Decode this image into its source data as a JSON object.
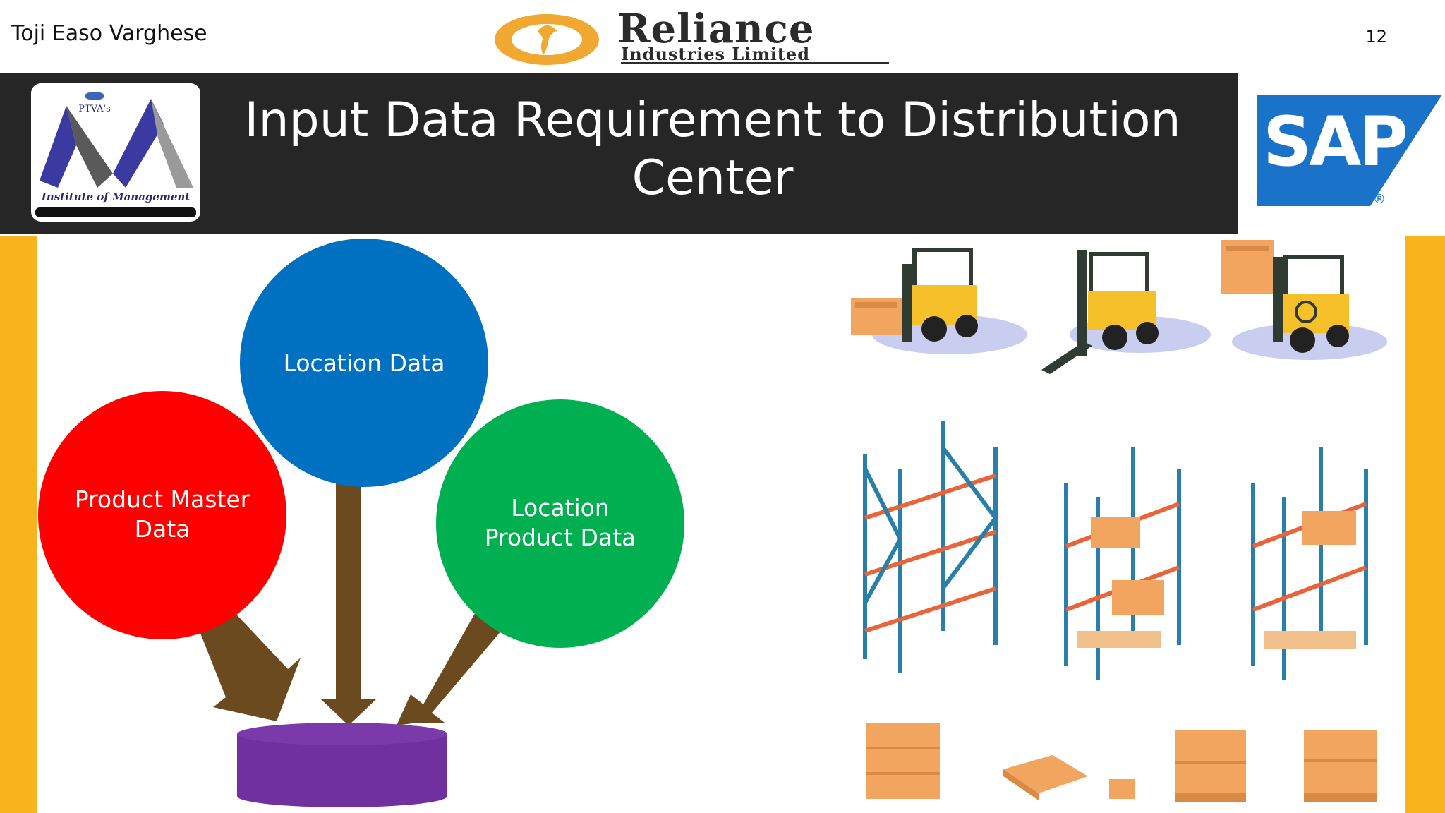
{
  "header": {
    "author": "Toji Easo Varghese",
    "page_number": "12",
    "company_name": "Reliance",
    "company_subtitle": "Industries Limited"
  },
  "title": "Input Data Requirement to Distribution Center",
  "logos": {
    "ptva_top_text": "PTVA's",
    "ptva_bottom_text": "Institute of Management",
    "sap_text": "SAP",
    "registered_mark": "®"
  },
  "diagram": {
    "circles": [
      {
        "id": "product-master",
        "label_lines": [
          "Product Master",
          "Data"
        ],
        "color": "#ff0000"
      },
      {
        "id": "location",
        "label_lines": [
          "Location Data"
        ],
        "color": "#0070c0"
      },
      {
        "id": "location-product",
        "label_lines": [
          "Location",
          "Product Data"
        ],
        "color": "#00b050"
      }
    ],
    "arrow_color": "#6b4a1f",
    "target_color": "#7030a0"
  },
  "colors": {
    "accent_bar": "#f8b41c",
    "title_band": "#262626",
    "rack_blue": "#2a7fa8",
    "rack_orange": "#e8643a",
    "box": "#f2a55e",
    "forklift": "#f5c02a"
  }
}
